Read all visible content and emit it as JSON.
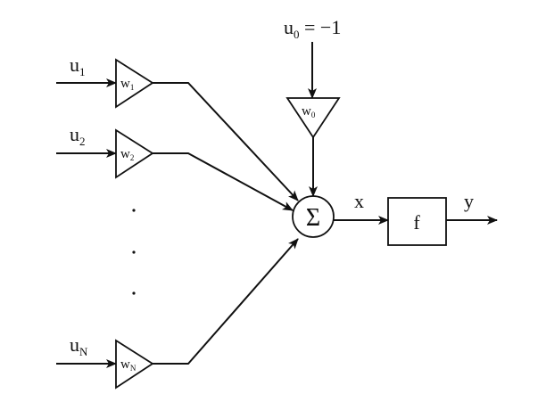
{
  "diagram": {
    "type": "perceptron-neuron-model",
    "inputs": [
      {
        "label": "u",
        "sub": "1",
        "weight": "w",
        "weight_sub": "1"
      },
      {
        "label": "u",
        "sub": "2",
        "weight": "w",
        "weight_sub": "2"
      },
      {
        "label": "u",
        "sub": "N",
        "weight": "w",
        "weight_sub": "N"
      }
    ],
    "ellipsis": ".",
    "bias": {
      "label": "u",
      "sub": "0",
      "value_text": " = −1",
      "weight": "w",
      "weight_sub": "0"
    },
    "summation": {
      "symbol": "Σ"
    },
    "sum_output": "x",
    "activation": {
      "label": "f"
    },
    "output": "y"
  }
}
